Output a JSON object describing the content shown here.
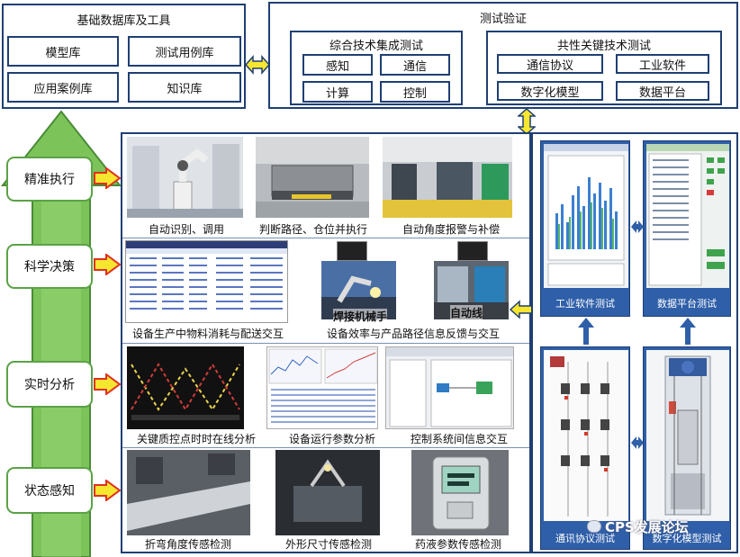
{
  "database": {
    "title": "基础数据库及工具",
    "items": [
      "模型库",
      "测试用例库",
      "应用案例库",
      "知识库"
    ]
  },
  "test_verification": {
    "title": "测试验证",
    "integrated": {
      "title": "综合技术集成测试",
      "items": [
        "感知",
        "通信",
        "计算",
        "控制"
      ]
    },
    "common": {
      "title": "共性关键技术测试",
      "items": [
        "通信协议",
        "工业软件",
        "数字化模型",
        "数据平台"
      ]
    }
  },
  "stages": [
    "精准执行",
    "科学决策",
    "实时分析",
    "状态感知"
  ],
  "rows": [
    {
      "captions": [
        "自动识别、调用",
        "判断路径、仓位并执行",
        "自动角度报警与补偿"
      ]
    },
    {
      "captions": [
        "设备生产中物料消耗与配送交互",
        "设备效率与产品路径信息反馈与交互"
      ],
      "photo_labels": [
        "焊接机械手",
        "自动线"
      ]
    },
    {
      "captions": [
        "关键质控点时时在线分析",
        "设备运行参数分析",
        "控制系统间信息交互"
      ]
    },
    {
      "captions": [
        "折弯角度传感检测",
        "外形尺寸传感检测",
        "药液参数传感检测"
      ]
    }
  ],
  "right_panels": [
    "工业软件测试",
    "数据平台测试",
    "通讯协议测试",
    "数字化模型测试"
  ],
  "watermark": "CPS发展论坛",
  "colors": {
    "navy": "#1f3f73",
    "green": "#5aa245",
    "arrow_yellow": "#f6e630",
    "arrow_red": "#e03020",
    "panel_blue": "#2f5fa8"
  }
}
